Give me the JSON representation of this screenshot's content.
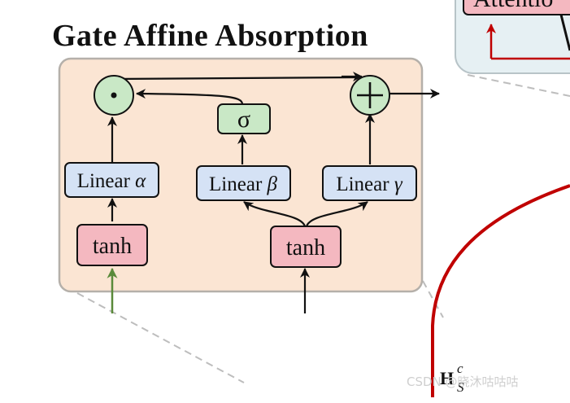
{
  "title": "Gate Affine Absorption",
  "top_right_block": {
    "label": "Attentio"
  },
  "nodes": {
    "multiply": {
      "symbol": "·"
    },
    "add": {
      "symbol": "+"
    },
    "sigma": {
      "label": "σ"
    },
    "linear_alpha": {
      "text": "Linear",
      "param": "α"
    },
    "linear_beta": {
      "text": "Linear",
      "param": "β"
    },
    "linear_gamma": {
      "text": "Linear",
      "param": "γ"
    },
    "tanh_left": {
      "label": "tanh"
    },
    "tanh_right": {
      "label": "tanh"
    }
  },
  "output_label": {
    "base": "H",
    "sup": "c",
    "sub": "S"
  },
  "watermark": "CSDN @晓沐咕咕咕",
  "colors": {
    "panel_fill": "#fbe5d3",
    "panel_stroke": "#b5b0aa",
    "circle_fill": "#c9e8c6",
    "sigma_fill": "#c9e8c6",
    "linear_fill": "#d5e2f5",
    "tanh_fill": "#f4b8c0",
    "green_arrow": "#5a8a3a",
    "red_curve": "#c00000",
    "top_panel_fill": "#e6f0f3"
  }
}
